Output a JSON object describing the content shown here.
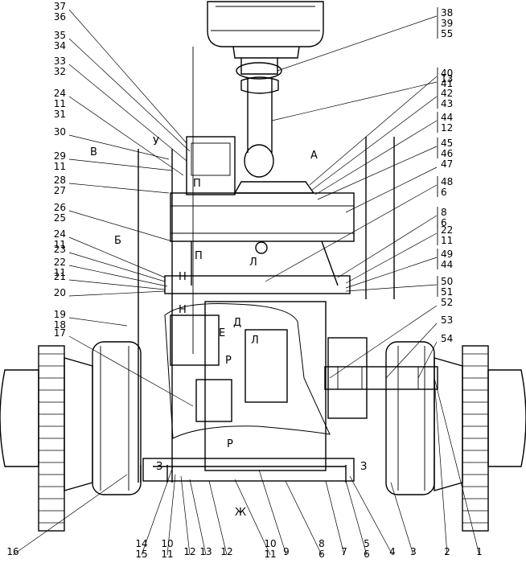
{
  "callouts": {
    "left": [
      [
        "37",
        "36"
      ],
      [
        "35",
        "34"
      ],
      [
        "33",
        "32"
      ],
      [
        "24",
        "11",
        "31"
      ],
      [
        "30"
      ],
      [
        "29",
        "11"
      ],
      [
        "28",
        "27"
      ],
      [
        "26",
        "25"
      ],
      [
        "24",
        "11"
      ],
      [
        "23"
      ],
      [
        "22",
        "11"
      ],
      [
        "21"
      ],
      [
        "20"
      ],
      [
        "19",
        "18"
      ],
      [
        "17"
      ]
    ],
    "right": [
      [
        "38",
        "39",
        "55"
      ],
      [
        "13"
      ],
      [
        "40",
        "41"
      ],
      [
        "42",
        "43"
      ],
      [
        "44",
        "12"
      ],
      [
        "45",
        "46"
      ],
      [
        "47"
      ],
      [
        "48",
        "6"
      ],
      [
        "8",
        "6"
      ],
      [
        "22",
        "11"
      ],
      [
        "49",
        "44"
      ],
      [
        "50",
        "51"
      ],
      [
        "52"
      ],
      [
        "53"
      ],
      [
        "54"
      ]
    ],
    "bottom": [
      [
        "16"
      ],
      [
        "14",
        "15"
      ],
      [
        "10",
        "11"
      ],
      [
        "12"
      ],
      [
        "13"
      ],
      [
        "12"
      ],
      [
        "10",
        "11"
      ],
      [
        "9"
      ],
      [
        "8",
        "6"
      ],
      [
        "7"
      ],
      [
        "5",
        "6"
      ],
      [
        "4"
      ],
      [
        "3"
      ],
      [
        "2"
      ],
      [
        "1"
      ]
    ]
  },
  "view_labels": {
    "A": "А",
    "B": "Б",
    "V": "В",
    "P": "П",
    "P2": "П",
    "L": "Л",
    "U": "У",
    "N": "Н",
    "N2": "Н",
    "D": "Д",
    "E": "Е",
    "L2": "Л",
    "R": "Р",
    "R2": "Р",
    "Z": "З",
    "Z2": "З",
    "ZH": "Ж"
  }
}
